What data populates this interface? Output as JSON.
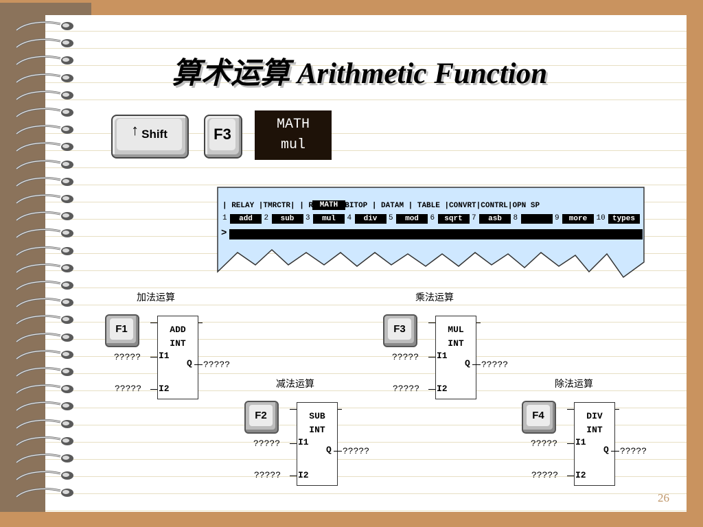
{
  "slide": {
    "title": "算术运算 Arithmetic Function",
    "page_number": "26"
  },
  "keys": {
    "shift_label": "Shift",
    "f3_label": "F3"
  },
  "math_box": {
    "line1": "MATH",
    "line2": "mul"
  },
  "screen": {
    "menu_line": "| RELAY |TMRCTR|      | RELAT | BITOP | DATAM | TABLE |CONVRT|CONTRL|OPN SP",
    "menu_selected": "MATH",
    "function_keys": [
      {
        "num": "1",
        "label": "add"
      },
      {
        "num": "2",
        "label": "sub"
      },
      {
        "num": "3",
        "label": "mul"
      },
      {
        "num": "4",
        "label": "div"
      },
      {
        "num": "5",
        "label": "mod"
      },
      {
        "num": "6",
        "label": "sqrt"
      },
      {
        "num": "7",
        "label": "asb"
      },
      {
        "num": "8",
        "label": ""
      },
      {
        "num": "9",
        "label": "more"
      },
      {
        "num": "10",
        "label": "types"
      }
    ],
    "prompt": ">"
  },
  "sections": {
    "add_title": "加法运算",
    "sub_title": "减法运算",
    "mul_title": "乘法运算",
    "div_title": "除法运算"
  },
  "blocks": [
    {
      "key": "F1",
      "name": "ADD",
      "type": "INT",
      "in1": "I1",
      "in2": "I2",
      "out": "Q",
      "ph_in1": "?????",
      "ph_in2": "?????",
      "ph_out": "?????"
    },
    {
      "key": "F2",
      "name": "SUB",
      "type": "INT",
      "in1": "I1",
      "in2": "I2",
      "out": "Q",
      "ph_in1": "?????",
      "ph_in2": "?????",
      "ph_out": "?????"
    },
    {
      "key": "F3",
      "name": "MUL",
      "type": "INT",
      "in1": "I1",
      "in2": "I2",
      "out": "Q",
      "ph_in1": "?????",
      "ph_in2": "?????",
      "ph_out": "?????"
    },
    {
      "key": "F4",
      "name": "DIV",
      "type": "INT",
      "in1": "I1",
      "in2": "I2",
      "out": "Q",
      "ph_in1": "?????",
      "ph_in2": "?????",
      "ph_out": "?????"
    }
  ],
  "colors": {
    "background": "#c9935f",
    "spine": "#8b735b",
    "screen": "#cfe8ff",
    "page_number": "#c0976b"
  }
}
